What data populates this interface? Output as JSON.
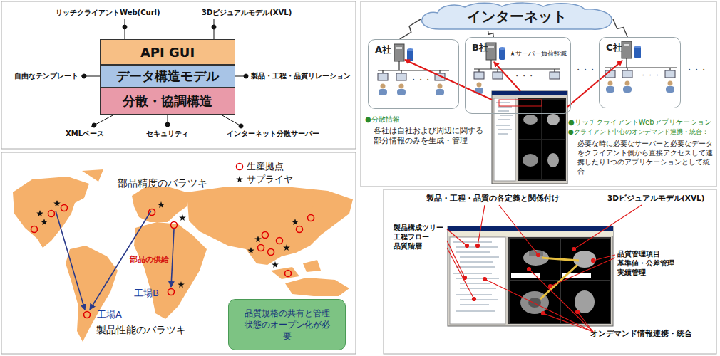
{
  "diagram": {
    "nodes": [
      {
        "text": [
          "API GUI"
        ]
      },
      {
        "text": [
          "データ構造モデル"
        ]
      },
      {
        "text": [
          "分散・協調構造"
        ]
      },
      {
        "text": [
          "インターネット"
        ]
      },
      {
        "text": [
          "A社"
        ]
      },
      {
        "text": [
          "B社",
          "★サーバー負荷軽減"
        ]
      },
      {
        "text": [
          "C社"
        ]
      },
      {
        "text": [
          "品質規格の共有と管理状態のオープン化が必要"
        ]
      }
    ],
    "edges": [
      {
        "from": 3,
        "to": 4,
        "arrow": "none"
      },
      {
        "from": 3,
        "to": 5,
        "arrow": "none"
      },
      {
        "from": 3,
        "to": 6,
        "arrow": "none"
      }
    ],
    "labels": [
      "リッチクライアントWeb(Curl)",
      "3Dビジュアルモデル(XVL)",
      "自由なテンプレート",
      "製品・工程・品質リレーション",
      "XMLベース",
      "セキュリティ",
      "インターネット分散サーバー",
      "・・・",
      "・・・",
      "・・・",
      "・・・",
      "・・・",
      "●分散情報",
      "各社は自社および周辺に関する部分情報のみを生成・管理",
      "●リッチクライアントWebアプリケーション",
      "●クライアント中心のオンデマンド連携・統合：",
      "必要な時に必要なサーバーと必要なデータをクライアント側から直接アクセスして連携したり1つのアプリケーションとして統合",
      "部品精度のバラツキ",
      "部品の供給",
      "工場B",
      "工場A",
      "製品性能のバラツキ",
      "製品・工程・品質の各定義と関係付け",
      "3Dビジュアルモデル(XVL)",
      "製品構成ツリー 工程フロー 品質階層",
      "品質管理項目 基準値・公差管理 実績管理",
      "オンデマンド情報連携・統合"
    ],
    "legend": [
      {
        "text": "生産拠点"
      },
      {
        "text": "サプライヤ"
      }
    ]
  }
}
